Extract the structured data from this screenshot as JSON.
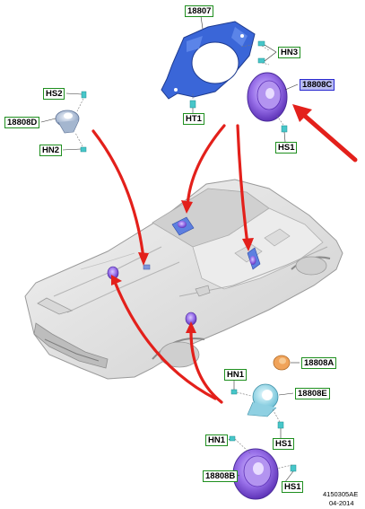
{
  "callouts": {
    "l18807": "18807",
    "hn3": "HN3",
    "l18808c": "18808C",
    "ht1": "HT1",
    "hs1_top": "HS1",
    "hs2": "HS2",
    "l18808d": "18808D",
    "hn2": "HN2",
    "l18808a": "18808A",
    "hn1_mid": "HN1",
    "l18808e": "18808E",
    "hs1_mid": "HS1",
    "hn1_low": "HN1",
    "l18808b": "18808B",
    "hs1_low": "HS1"
  },
  "footer": {
    "ref_code": "4150305AE",
    "ref_date": "04-2014"
  },
  "colors": {
    "label_border": "#1f8f1f",
    "highlight_fill": "#b9bcf2",
    "highlight_border": "#2a2acf",
    "arrow": "#e3201b",
    "bracket": "#3a66d8",
    "speaker": "#8e62e0",
    "fastener": "#47c6c9",
    "tweeter": "#93a9c6",
    "car_body": "#e4e4e4"
  }
}
